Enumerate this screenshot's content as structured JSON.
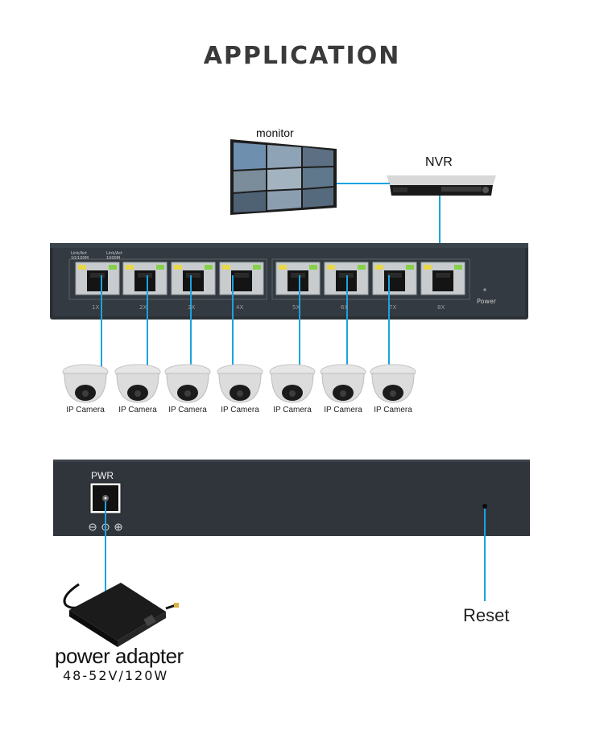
{
  "title": "APPLICATION",
  "monitor_label": "monitor",
  "nvr_label": "NVR",
  "switch": {
    "link_label_1": "Link/Act",
    "link_label_1b": "10/100M",
    "link_label_2": "Link/Act",
    "link_label_2b": "1000M",
    "ports": [
      "1X",
      "2X",
      "3X",
      "4X",
      "5X",
      "6X",
      "7X",
      "8X"
    ],
    "power_label": "Power"
  },
  "cameras": [
    "IP Camera",
    "IP Camera",
    "IP Camera",
    "IP Camera",
    "IP Camera",
    "IP Camera",
    "IP Camera"
  ],
  "rear_panel": {
    "pwr_label": "PWR",
    "reset_label": "Reset"
  },
  "power_adapter": {
    "label": "power adapter",
    "spec": "48-52V/120W"
  },
  "colors": {
    "cable": "#1aa3e0",
    "switch_body": "#2b3137",
    "led_yellow": "#e8d84a",
    "led_green": "#86d14a"
  }
}
